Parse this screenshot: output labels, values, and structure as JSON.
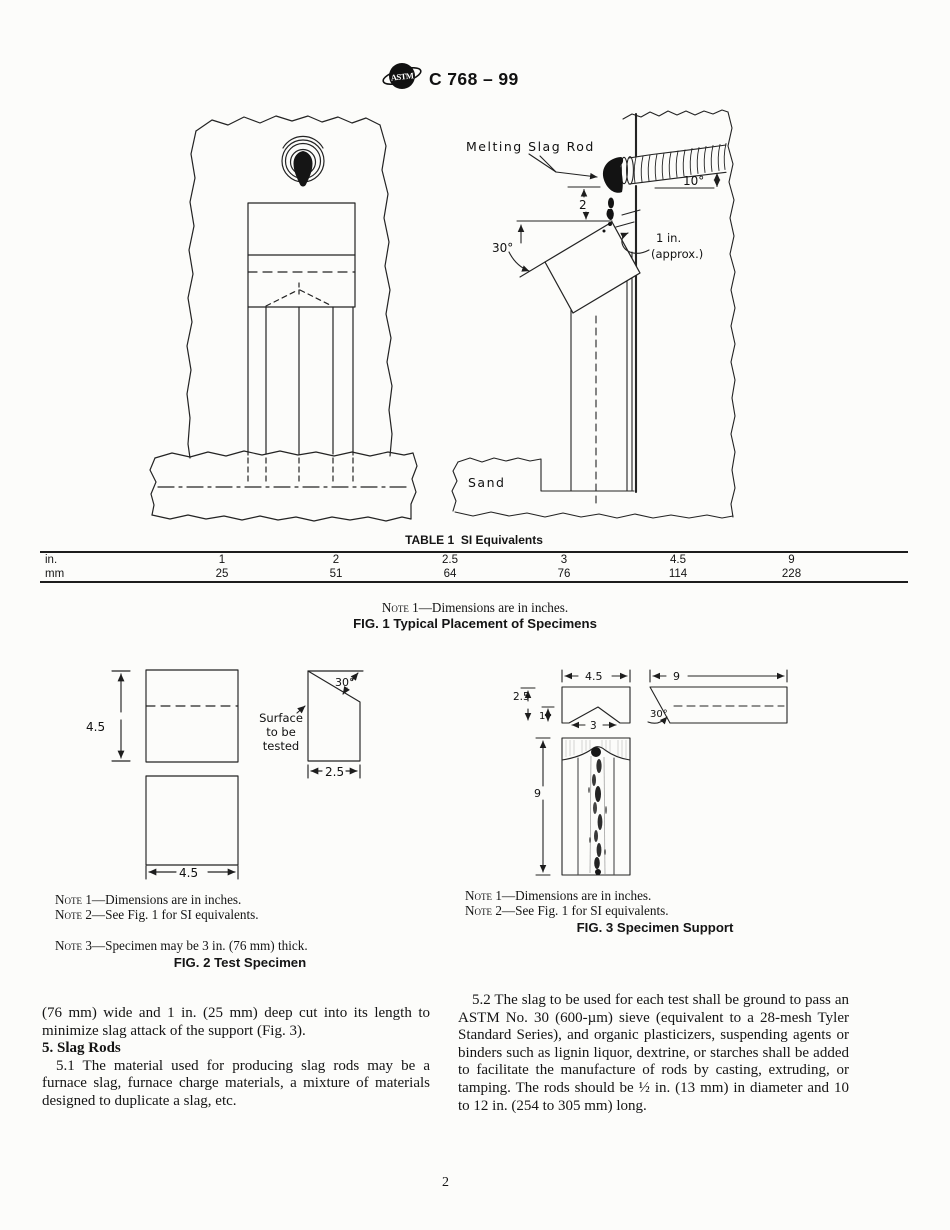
{
  "header": {
    "logo_text": "ASTM",
    "doc_code": "C 768 – 99"
  },
  "table1": {
    "title_label": "TABLE 1",
    "title_text": "SI Equivalents",
    "rows": [
      {
        "label": "in.",
        "values": [
          "1",
          "2",
          "2.5",
          "3",
          "4.5",
          "9"
        ]
      },
      {
        "label": "mm",
        "values": [
          "25",
          "51",
          "64",
          "76",
          "114",
          "228"
        ]
      }
    ]
  },
  "fig1": {
    "note": {
      "label": "Note 1",
      "text": "—Dimensions are in inches."
    },
    "caption": "FIG. 1 Typical Placement of Specimens",
    "labels": {
      "melting_slag_rod": "Melting Slag Rod",
      "dim2": "2",
      "angle10": "10°",
      "angle30": "30°",
      "one_in": "1 in.",
      "approx": "(approx.)",
      "sand": "Sand"
    }
  },
  "fig2": {
    "labels": {
      "height": "4.5",
      "width": "4.5",
      "angle": "30°",
      "surface1": "Surface",
      "surface2": "to be",
      "surface3": "tested",
      "depth": "2.5"
    },
    "notes": [
      {
        "label": "Note 1",
        "text": "—Dimensions are in inches."
      },
      {
        "label": "Note 2",
        "text": "—See Fig. 1 for SI equivalents."
      },
      {
        "label": "Note 3",
        "text": "—Specimen may be 3 in. (76 mm) thick."
      }
    ],
    "caption": "FIG. 2 Test Specimen"
  },
  "fig3": {
    "labels": {
      "top_width": "4.5",
      "top_height": "2.5",
      "notch_depth": "1",
      "notch_width": "3",
      "side_length": "9",
      "side_angle": "30°",
      "support_height": "9"
    },
    "notes": [
      {
        "label": "Note 1",
        "text": "—Dimensions are in inches."
      },
      {
        "label": "Note 2",
        "text": "—See Fig. 1 for SI equivalents."
      }
    ],
    "caption": "FIG. 3 Specimen Support"
  },
  "body": {
    "left_continued": "(76 mm) wide and 1 in. (25 mm) deep cut into its length to minimize slag attack of the support (Fig. 3).",
    "section_heading": "5. Slag Rods",
    "para_5_1": "5.1 The material used for producing slag rods may be a furnace slag, furnace charge materials, a mixture of materials designed to duplicate a slag, etc.",
    "para_5_2": "5.2 The slag to be used for each test shall be ground to pass an ASTM No. 30 (600-µm) sieve (equivalent to a 28-mesh Tyler Standard Series), and organic plasticizers, suspending agents or binders such as lignin liquor, dextrine, or starches shall be added to facilitate the manufacture of rods by casting, extruding, or tamping. The rods should be ½ in. (13 mm) in diameter and 10 to 12 in. (254 to 305 mm) long."
  },
  "footer": {
    "page_number": "2"
  },
  "colors": {
    "ink": "#1d1d1d",
    "paper": "#fcfcfa"
  }
}
